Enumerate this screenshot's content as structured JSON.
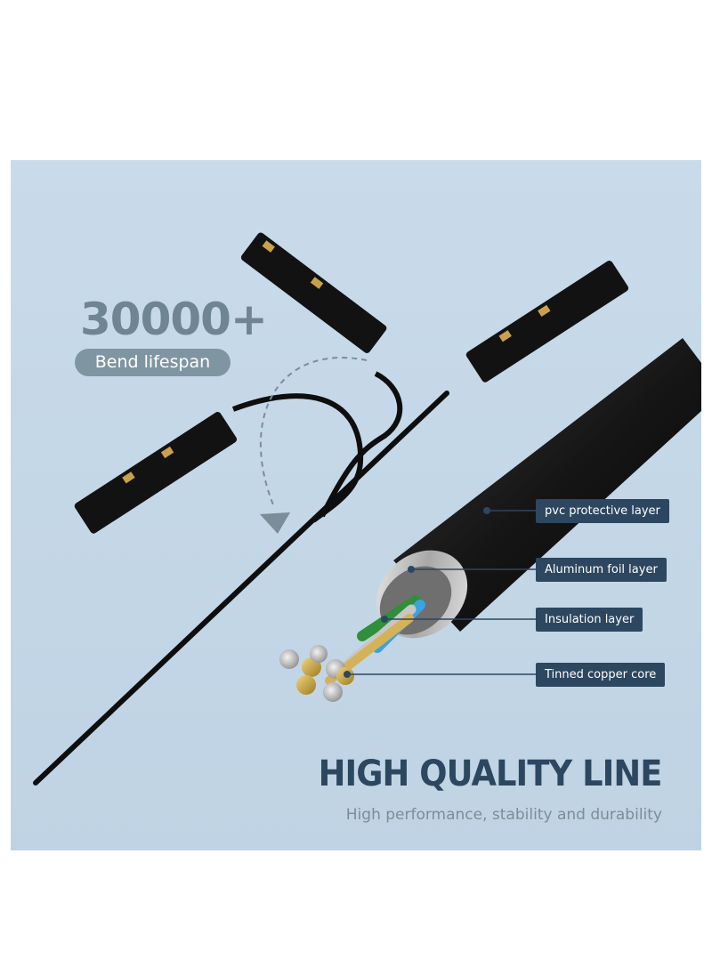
{
  "bend": {
    "count": "30000+",
    "label": "Bend lifespan"
  },
  "layers": [
    {
      "label": "pvc protective layer"
    },
    {
      "label": "Aluminum foil layer"
    },
    {
      "label": "Insulation layer"
    },
    {
      "label": "Tinned copper core"
    }
  ],
  "headline": "HIGH QUALITY LINE",
  "subline": "High performance, stability and durability",
  "colors": {
    "background": "#c9dbea",
    "label_box": "#2d4760",
    "pill": "#7f95a2",
    "cable": "#111111"
  }
}
